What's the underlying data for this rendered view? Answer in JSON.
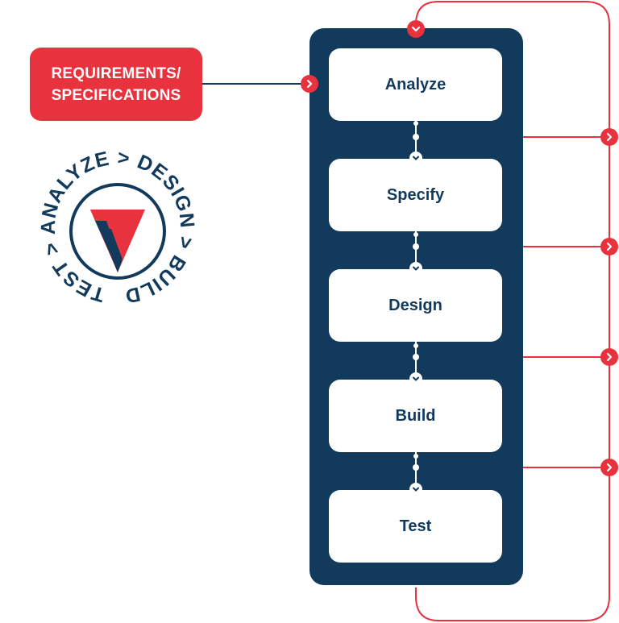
{
  "input": {
    "line1": "REQUIREMENTS/",
    "line2": "SPECIFICATIONS"
  },
  "steps": [
    {
      "label": "Analyze"
    },
    {
      "label": "Specify"
    },
    {
      "label": "Design"
    },
    {
      "label": "Build"
    },
    {
      "label": "Test"
    }
  ],
  "emblem": {
    "circular_text": "TEST > ANALYZE > DESIGN > BUILD >",
    "description": "circular text badge with red/navy V mark"
  },
  "colors": {
    "navy": "#113a5c",
    "red": "#e8323e",
    "white": "#ffffff"
  },
  "icons": [
    "chevron-right-icon",
    "chevron-down-icon",
    "v-logo-icon"
  ]
}
